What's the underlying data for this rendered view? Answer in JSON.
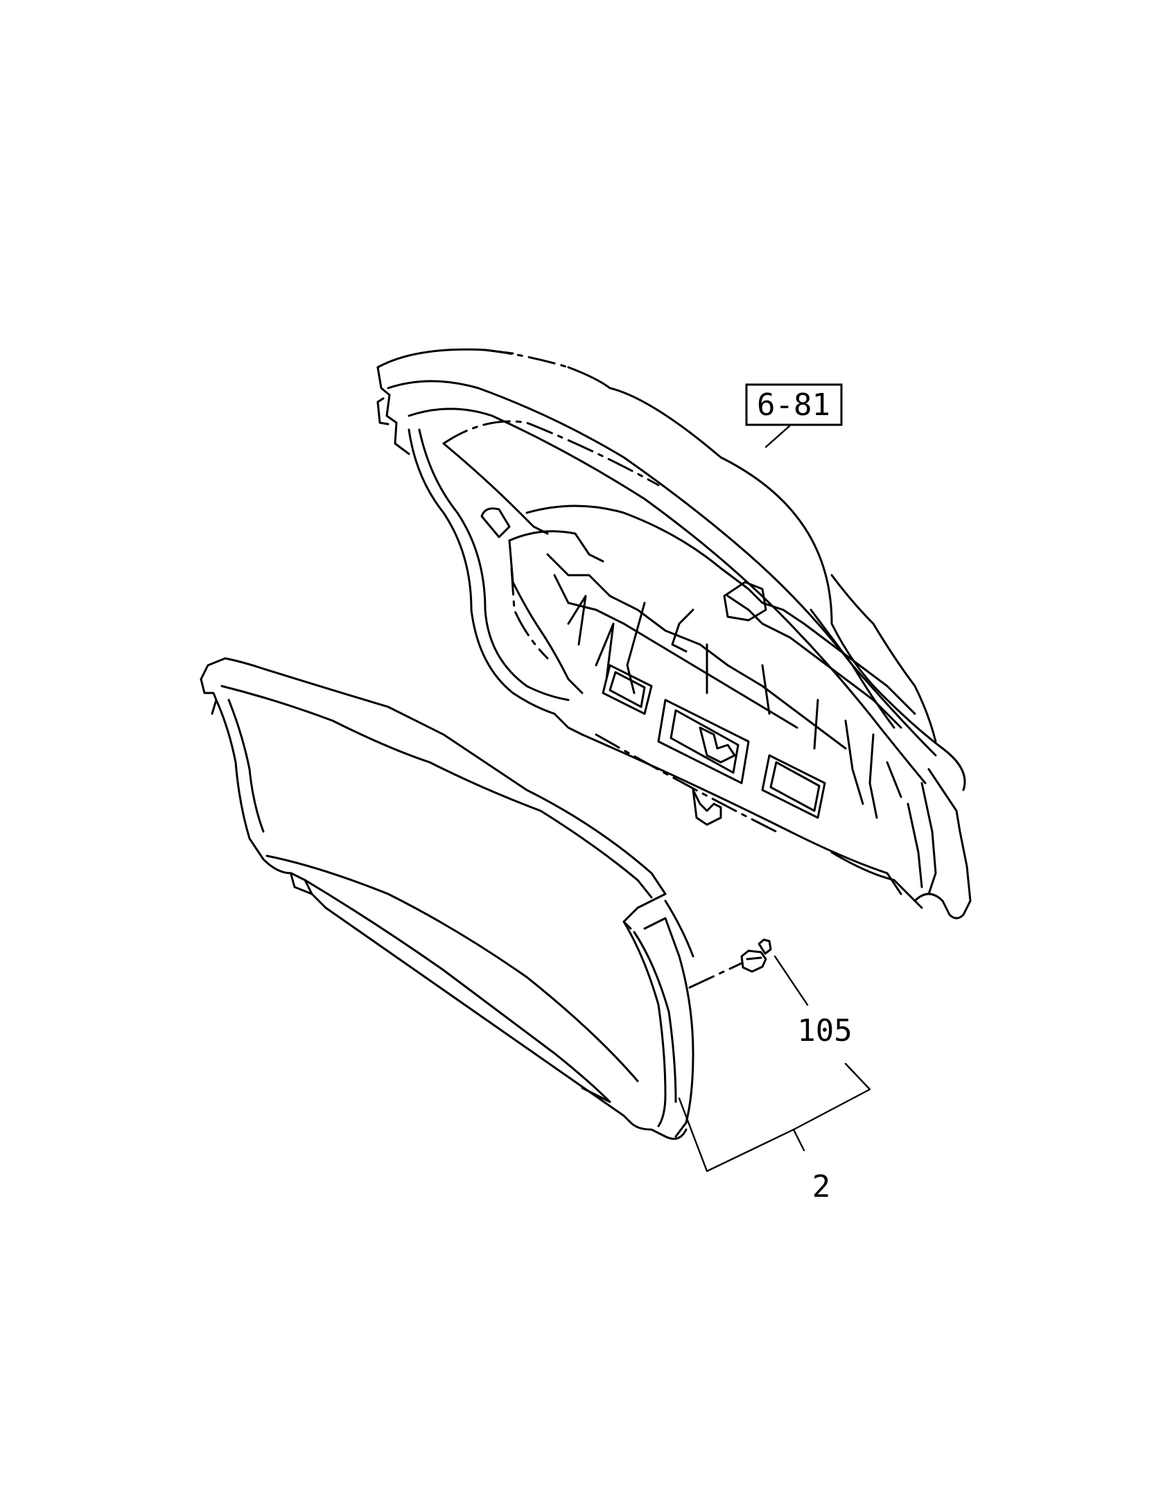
{
  "diagram": {
    "reference_label": "6-81",
    "callouts": [
      {
        "id": "clip",
        "number": "105"
      },
      {
        "id": "trim-panel",
        "number": "2"
      }
    ]
  }
}
